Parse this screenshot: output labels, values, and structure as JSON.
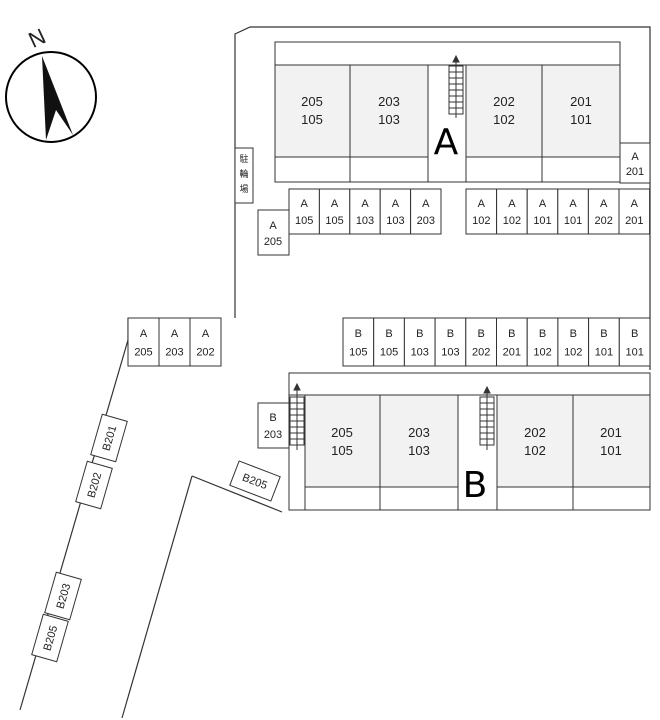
{
  "compass": {
    "north_label": "N",
    "icon": "north-arrow-icon"
  },
  "bike_parking": {
    "chars": [
      "駐",
      "輪",
      "場"
    ]
  },
  "building_a": {
    "letter": "A",
    "units": [
      {
        "top": "205",
        "bottom": "105"
      },
      {
        "top": "203",
        "bottom": "103"
      },
      {
        "top": "202",
        "bottom": "102"
      },
      {
        "top": "201",
        "bottom": "101"
      }
    ]
  },
  "building_b": {
    "letter": "B",
    "units": [
      {
        "top": "205",
        "bottom": "105"
      },
      {
        "top": "203",
        "bottom": "103"
      },
      {
        "top": "202",
        "bottom": "102"
      },
      {
        "top": "201",
        "bottom": "101"
      }
    ]
  },
  "parking": {
    "a201_single": {
      "group": "A",
      "num": "201"
    },
    "a205_single": {
      "group": "A",
      "num": "205"
    },
    "a_row_left": [
      {
        "group": "A",
        "num": "105"
      },
      {
        "group": "A",
        "num": "105"
      },
      {
        "group": "A",
        "num": "103"
      },
      {
        "group": "A",
        "num": "103"
      },
      {
        "group": "A",
        "num": "203"
      }
    ],
    "a_row_right": [
      {
        "group": "A",
        "num": "102"
      },
      {
        "group": "A",
        "num": "102"
      },
      {
        "group": "A",
        "num": "101"
      },
      {
        "group": "A",
        "num": "101"
      },
      {
        "group": "A",
        "num": "202"
      },
      {
        "group": "A",
        "num": "201"
      }
    ],
    "a_row_road": [
      {
        "group": "A",
        "num": "205"
      },
      {
        "group": "A",
        "num": "203"
      },
      {
        "group": "A",
        "num": "202"
      }
    ],
    "b_row": [
      {
        "group": "B",
        "num": "105"
      },
      {
        "group": "B",
        "num": "105"
      },
      {
        "group": "B",
        "num": "103"
      },
      {
        "group": "B",
        "num": "103"
      },
      {
        "group": "B",
        "num": "202"
      },
      {
        "group": "B",
        "num": "201"
      },
      {
        "group": "B",
        "num": "102"
      },
      {
        "group": "B",
        "num": "102"
      },
      {
        "group": "B",
        "num": "101"
      },
      {
        "group": "B",
        "num": "101"
      }
    ],
    "b203_single": {
      "group": "B",
      "num": "203"
    },
    "b205_angled": "B205",
    "road_rotated": [
      "B201",
      "B202",
      "B203",
      "B205"
    ]
  }
}
